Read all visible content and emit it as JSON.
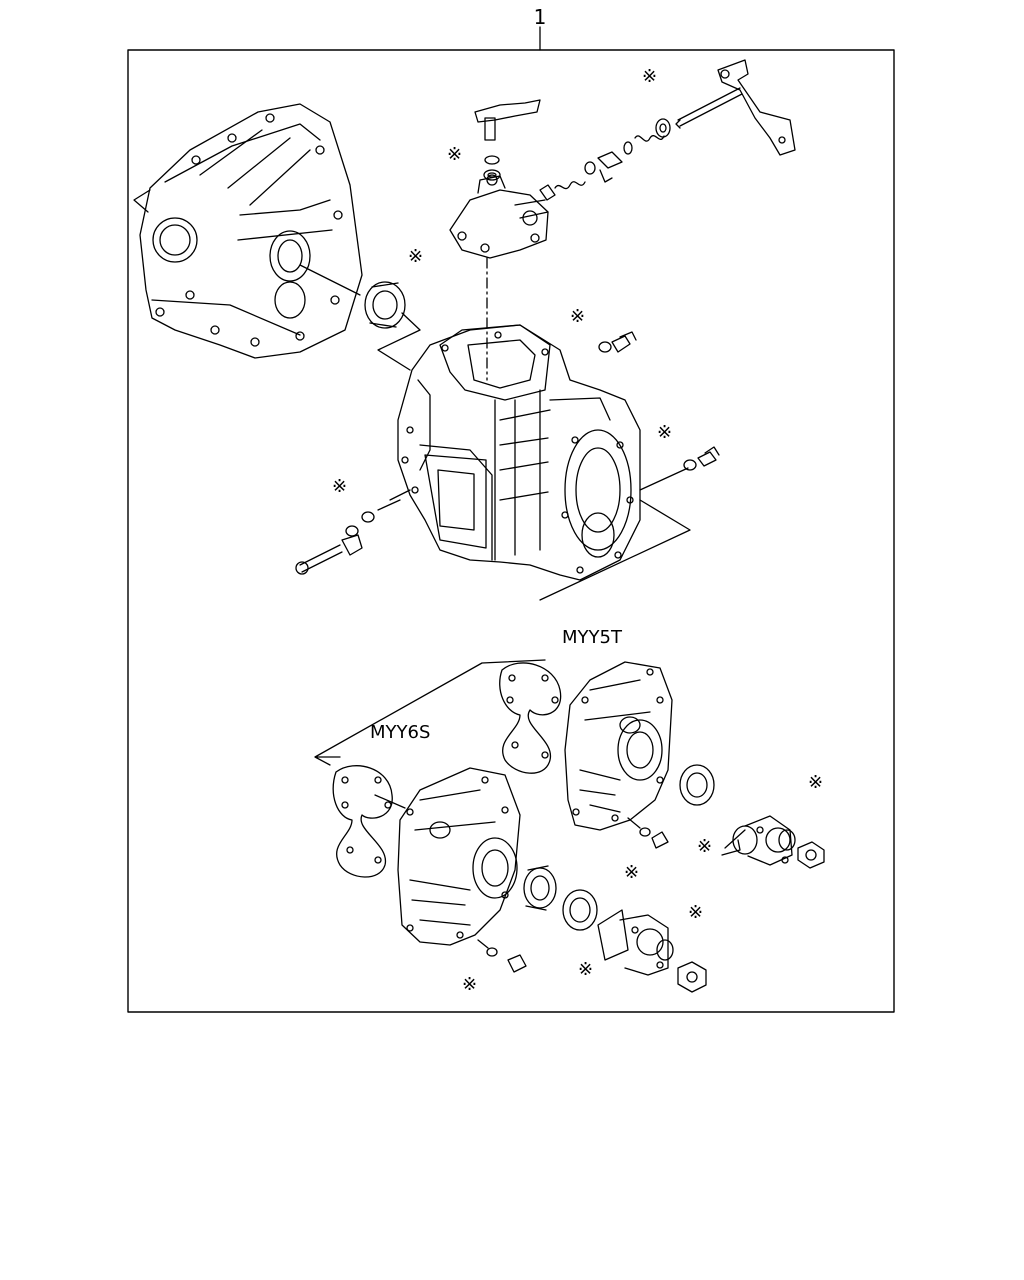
{
  "figure": {
    "callout_number": "1",
    "variant_labels": {
      "upper": "MYY5T",
      "lower": "MYY6S"
    },
    "replacement_mark": "※",
    "line_color": "#000000",
    "background_color": "#ffffff"
  }
}
